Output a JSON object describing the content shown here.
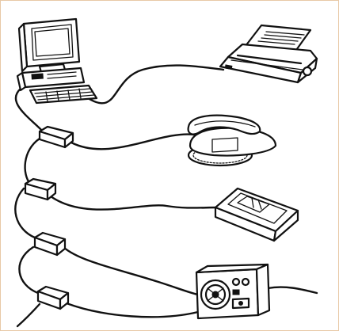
{
  "figure": {
    "frame_color": "#e8c9a6",
    "ink_color": "#111111",
    "background_color": "#ffffff",
    "devices": [
      {
        "id": "computer",
        "icon": "desktop-computer-icon"
      },
      {
        "id": "printer",
        "icon": "dot-matrix-printer-icon"
      },
      {
        "id": "telephone",
        "icon": "telephone-icon"
      },
      {
        "id": "scanner",
        "icon": "flatbed-scanner-icon"
      },
      {
        "id": "speaker",
        "icon": "speaker-box-icon"
      }
    ],
    "connector_boxes": 4,
    "topology": "daisy-chain"
  }
}
